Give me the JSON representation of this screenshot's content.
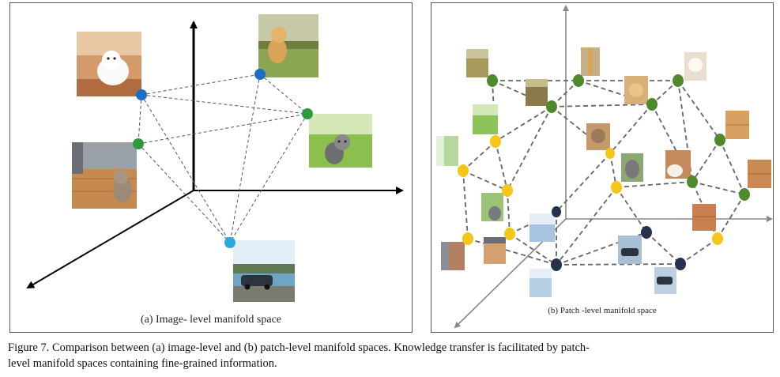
{
  "panel_a": {
    "caption": "(a) Image- level manifold  space",
    "images": [
      "white puppy on floor",
      "golden retriever puppy on grass",
      "cat on wooden floor",
      "tabby kitten on grass",
      "car by lake"
    ],
    "node_colors": {
      "blue": "#1a6fc4",
      "green": "#2e9a3a",
      "cyan": "#2aa8e0"
    }
  },
  "panel_b": {
    "caption": "(b) Patch -level manifold space",
    "node_colors": {
      "green": "#4e8a2c",
      "yellow": "#f5c518",
      "navy": "#26314d"
    }
  },
  "figure_caption": {
    "line1": "Figure 7. Comparison between (a) image-level and (b) patch-level manifold spaces. Knowledge transfer is facilitated by patch-",
    "line2": "level manifold spaces containing fine-grained information."
  }
}
